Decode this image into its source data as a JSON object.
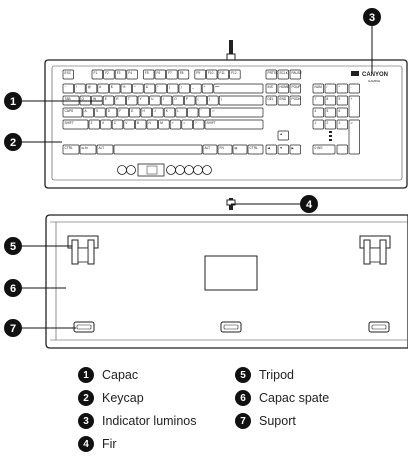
{
  "brand": {
    "logo_text": "CANYON",
    "logo_sub": "GAMING"
  },
  "keyboard": {
    "fn_row": [
      "ESC",
      "F1",
      "F2",
      "F3",
      "F4",
      "F5",
      "F6",
      "F7",
      "F8",
      "F9",
      "F10",
      "F11",
      "F12",
      "PRTSC",
      "SCLK",
      "PAUSE"
    ],
    "number_row": [
      "~",
      "!",
      "@",
      "#",
      "$",
      "%",
      "^",
      "&",
      "*",
      "(",
      ")",
      "_",
      "+",
      "⟵"
    ],
    "tab_row": [
      "TAB",
      "Q",
      "W",
      "E",
      "R",
      "T",
      "Y",
      "U",
      "I",
      "O",
      "P",
      "{",
      "}",
      "|"
    ],
    "caps_row": [
      "CAPS",
      "A",
      "S",
      "D",
      "F",
      "G",
      "H",
      "J",
      "K",
      "L",
      ":",
      "\"",
      "⏎"
    ],
    "shift_row": [
      "SHIFT",
      "Z",
      "X",
      "C",
      "V",
      "B",
      "N",
      "M",
      "<",
      ">",
      "?",
      "SHIFT"
    ],
    "bottom_row": [
      "CTRL",
      "⊞ fn",
      "ALT",
      "",
      "ALT",
      "FN",
      "▤",
      "CTRL"
    ],
    "nav_top": [
      "INS",
      "HOME",
      "PGUP"
    ],
    "nav_mid": [
      "DEL",
      "END",
      "PGDN"
    ],
    "arrows": [
      "▲",
      "◀",
      "▼",
      "▶"
    ],
    "numpad_top": [
      "NUM",
      "/",
      "*",
      "-"
    ],
    "numpad_rows": [
      [
        "7",
        "8",
        "9"
      ],
      [
        "4",
        "5",
        "6"
      ],
      [
        "1",
        "2",
        "3"
      ]
    ],
    "numpad_bottom": [
      "0 INS",
      ".",
      "↵",
      "+"
    ]
  },
  "callouts": [
    "1",
    "2",
    "3",
    "4",
    "5",
    "6",
    "7"
  ],
  "legend": [
    {
      "num": "1",
      "label": "Capac"
    },
    {
      "num": "2",
      "label": "Keycap"
    },
    {
      "num": "3",
      "label": "Indicator luminos"
    },
    {
      "num": "4",
      "label": "Fir"
    },
    {
      "num": "5",
      "label": "Tripod"
    },
    {
      "num": "6",
      "label": "Capac spate"
    },
    {
      "num": "7",
      "label": "Suport"
    }
  ]
}
